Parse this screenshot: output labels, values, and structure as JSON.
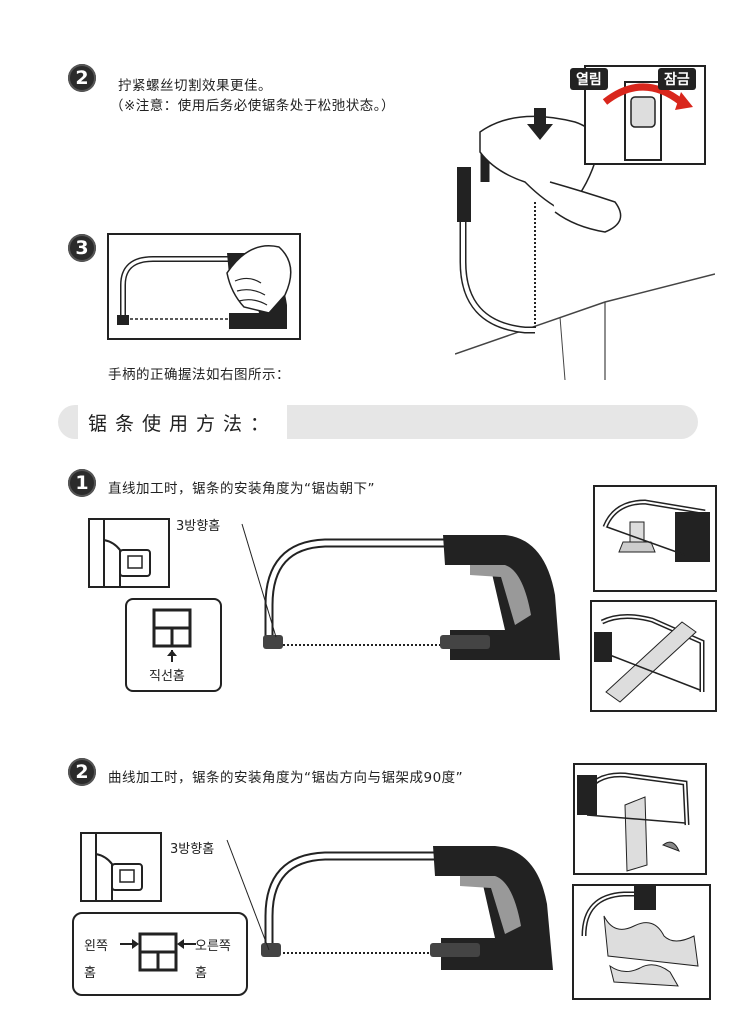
{
  "step2_top": {
    "number": "2",
    "line1": "拧紧螺丝切割效果更佳。",
    "line2": "（※注意：使用后务必使锯条处于松弛状态。）"
  },
  "step3": {
    "number": "3",
    "caption": "手柄的正确握法如右图所示："
  },
  "fig_top": {
    "label_open": "열림",
    "label_close": "잠금"
  },
  "section": {
    "title": "锯条使用方法："
  },
  "usage1": {
    "number": "1",
    "text": "直线加工时，锯条的安装角度为“锯齿朝下”",
    "groove_label": "3방향홈",
    "slot_label": "직선홈"
  },
  "usage2": {
    "number": "2",
    "text": "曲线加工时，锯条的安装角度为“锯齿方向与锯架成90度”",
    "groove_label": "3방향홈",
    "left_label_1": "왼쪽",
    "left_label_2": "홈",
    "right_label_1": "오른쪽",
    "right_label_2": "홈"
  }
}
